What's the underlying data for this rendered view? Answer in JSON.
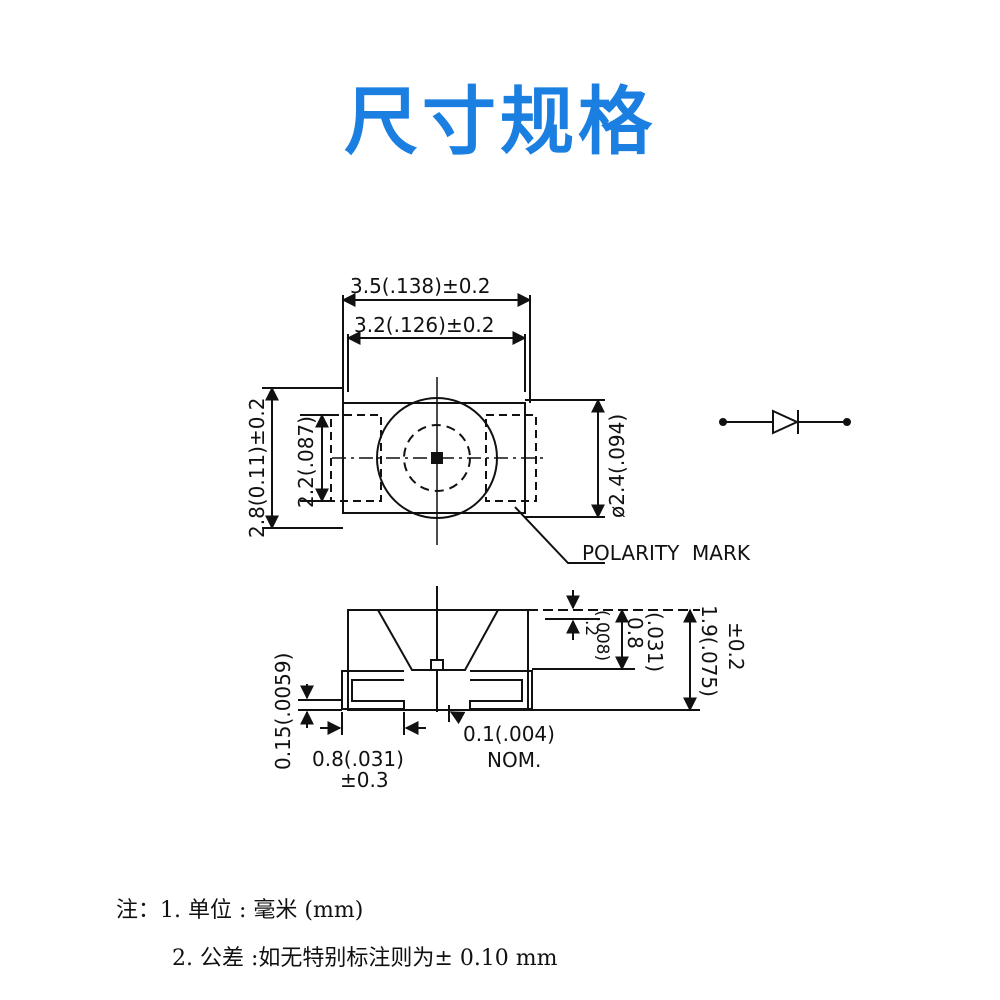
{
  "title": "尺寸规格",
  "dimensions": {
    "width_outer": "3.5(.138)±0.2",
    "width_inner": "3.2(.126)±0.2",
    "height_outer": "2.8(0.11)±0.2",
    "height_inner": "2.2(.087)",
    "lens_diameter": "ø2.4(.094)",
    "polarity_mark": "POLARITY  MARK",
    "lens_depth_a": ".2",
    "lens_depth_a_in": "(.008)",
    "lens_depth_b": "0.8",
    "lens_depth_b_in": "(.031)",
    "total_height": "1.9(.075)",
    "total_height_tol": "±0.2",
    "pad_thickness": "0.15(.0059)",
    "pad_width": "0.8(.031)",
    "pad_width_tol": "±0.3",
    "gap": "0.1(.004)",
    "gap_note": "NOM."
  },
  "notes": {
    "prefix": "注：",
    "line1": "1. 单位 : 毫米 (mm)",
    "line2": "2. 公差 :如无特别标注则为± 0.10 mm"
  },
  "colors": {
    "title": "#1a7fe0",
    "line": "#111111"
  }
}
